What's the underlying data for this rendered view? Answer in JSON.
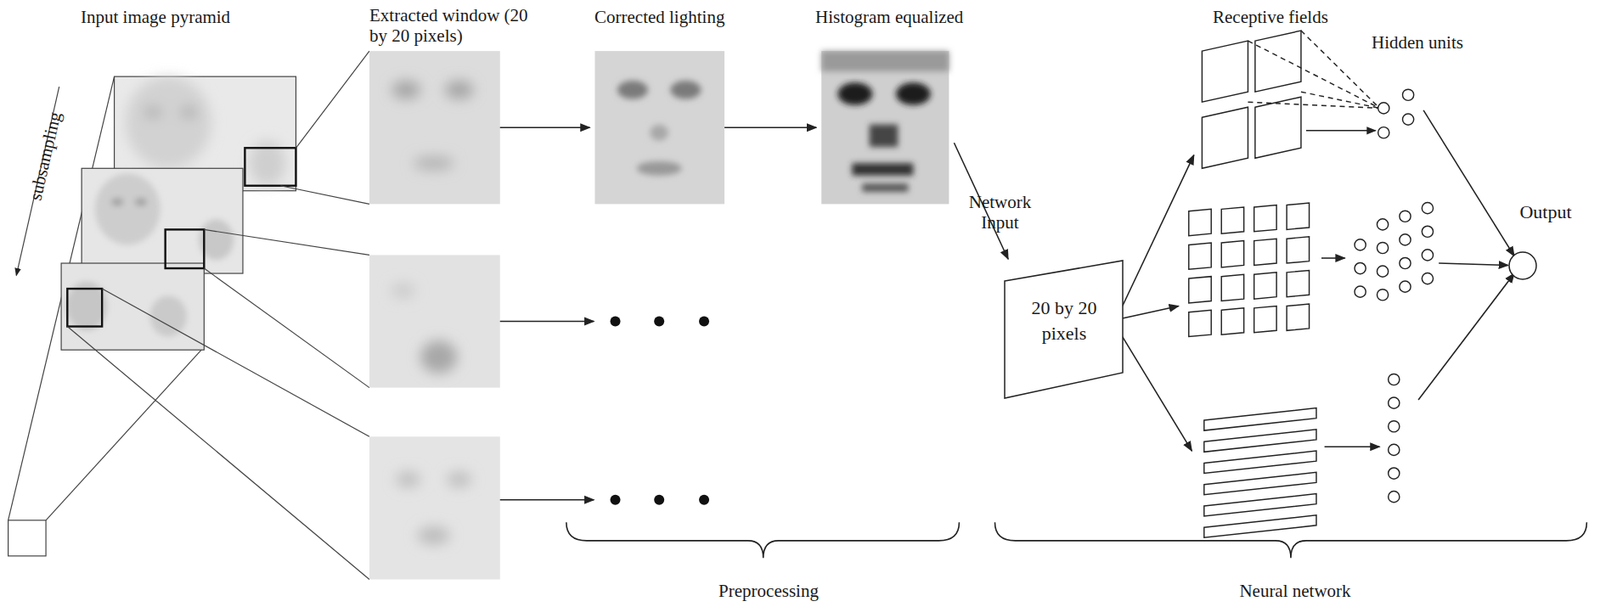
{
  "diagram": {
    "nodes": [
      {
        "text": [
          "Network Input",
          "20 by 20 pixels"
        ]
      },
      {
        "text": [
          "Output"
        ]
      }
    ],
    "labels": [
      "Input image pyramid",
      "Extracted window (20 by 20 pixels)",
      "Corrected lighting",
      "Histogram equalized",
      "Receptive fields",
      "Hidden units",
      "subsampling",
      "Preprocessing",
      "Neural network"
    ]
  }
}
